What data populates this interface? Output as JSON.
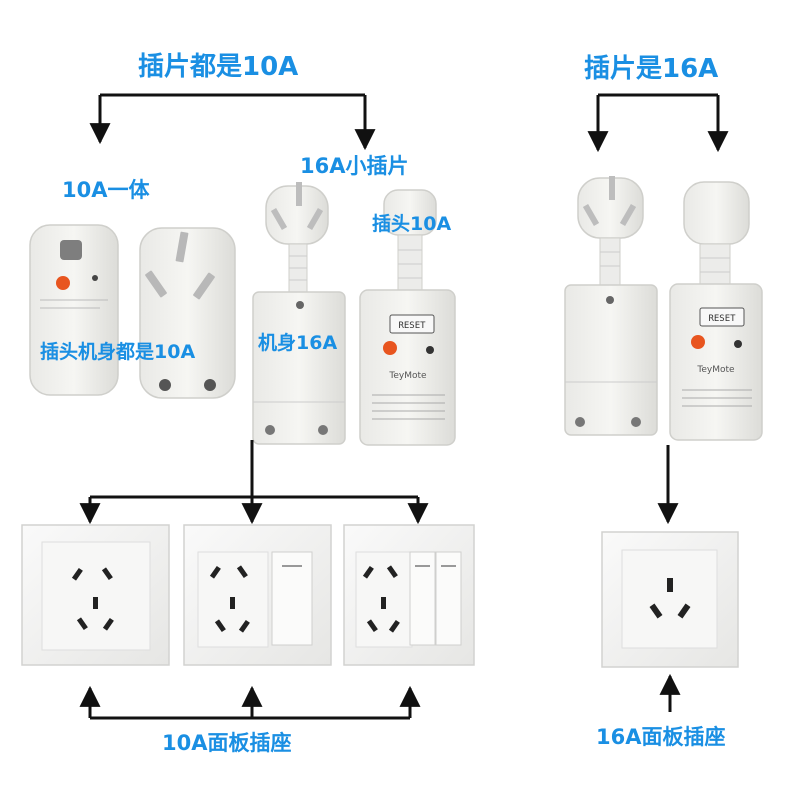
{
  "labels": {
    "top_left": "插片都是10A",
    "top_right": "插片是16A",
    "one_piece": "10A一体",
    "small_pin": "16A小插片",
    "plug_10a": "插头10A",
    "both_10a": "插头机身都是10A",
    "body_16a": "机身16A",
    "bottom_left": "10A面板插座",
    "bottom_right": "16A面板插座"
  },
  "device_text": {
    "reset": "RESET",
    "brand": "TeyMote"
  },
  "colors": {
    "label_blue": "#1a8fe3",
    "device_white": "#f1f1ef",
    "indicator_orange": "#e8551f",
    "arrow": "#111111"
  }
}
